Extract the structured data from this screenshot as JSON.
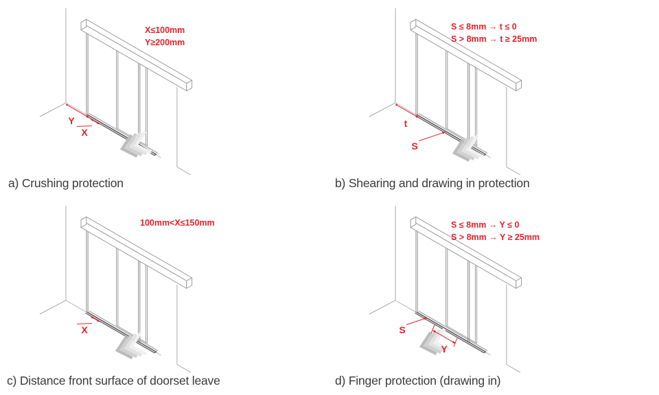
{
  "figure": {
    "description": "Sliding door safety protection requirements diagram",
    "accent_color": "#e62129",
    "line_color": "#9a9a9a",
    "caption_color": "#3b3b3b",
    "background_color": "#ffffff"
  },
  "icons": {
    "chevron": "slide-direction-chevron-icon"
  },
  "panels": [
    {
      "id": "a",
      "caption": "a) Crushing protection",
      "annotation_lines": [
        "X≤100mm",
        "Y≥200mm"
      ],
      "dim_labels": [
        "Y",
        "X"
      ]
    },
    {
      "id": "b",
      "caption": "b) Shearing and drawing in protection",
      "annotation_lines": [
        "S ≤ 8mm → t ≤ 0",
        "S > 8mm → t ≥ 25mm"
      ],
      "dim_labels": [
        "t",
        "S"
      ]
    },
    {
      "id": "c",
      "caption": "c) Distance front surface of doorset leave",
      "annotation_lines": [
        "100mm<X≤150mm"
      ],
      "dim_labels": [
        "X"
      ]
    },
    {
      "id": "d",
      "caption": "d) Finger protection (drawing in)",
      "annotation_lines": [
        "S ≤ 8mm → Y ≤ 0",
        "S > 8mm → Y ≥ 25mm"
      ],
      "dim_labels": [
        "S",
        "Y"
      ]
    }
  ]
}
